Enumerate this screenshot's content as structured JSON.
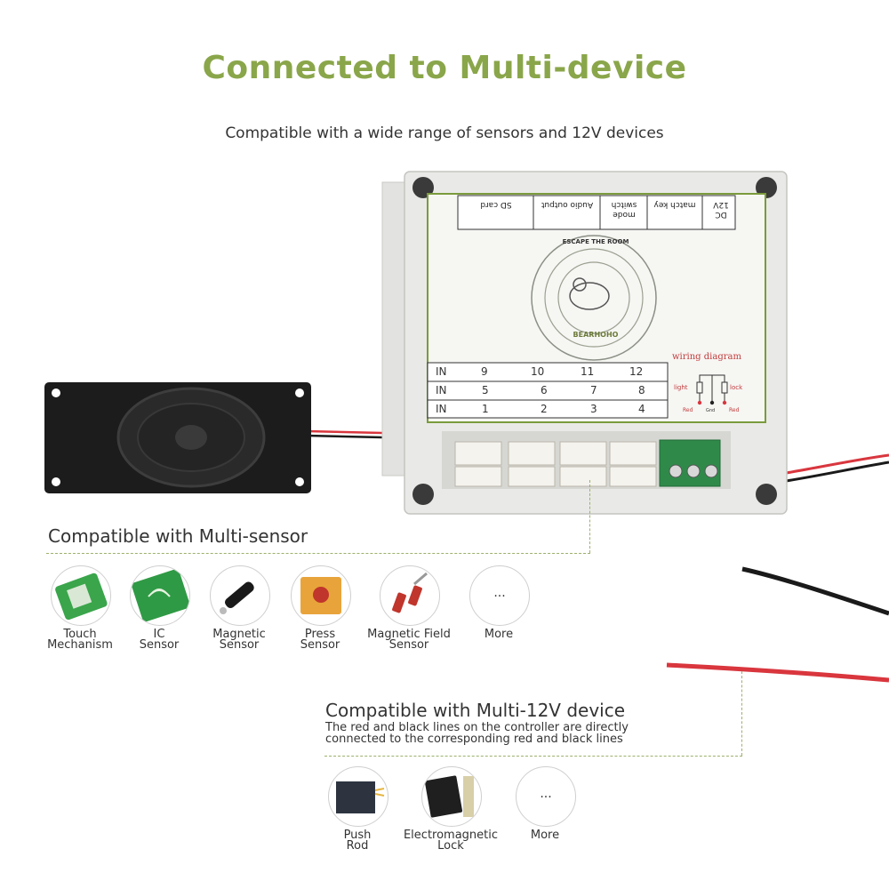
{
  "header": {
    "title": "Connected to Multi-device",
    "subtitle": "Compatible with a wide range of sensors and 12V devices"
  },
  "controller": {
    "top_labels": [
      "DC 12V",
      "match key",
      "mode switch",
      "Audio output",
      "SD card"
    ],
    "brand_top": "ESCAPE THE ROOM",
    "brand_bottom": "BEARHOHO",
    "wiring_title": "wiring diagram",
    "wiring_labels": [
      "light",
      "lock",
      "Red",
      "Gnd",
      "Red"
    ],
    "in_rows": [
      {
        "label": "IN",
        "nums": [
          "9",
          "10",
          "11",
          "12"
        ]
      },
      {
        "label": "IN",
        "nums": [
          "5",
          "6",
          "7",
          "8"
        ]
      },
      {
        "label": "IN",
        "nums": [
          "1",
          "2",
          "3",
          "4"
        ]
      }
    ]
  },
  "sensors": {
    "heading": "Compatible with Multi-sensor",
    "items": [
      {
        "line1": "Touch",
        "line2": "Mechanism",
        "icon": "touch-sensor-icon"
      },
      {
        "line1": "IC",
        "line2": "Sensor",
        "icon": "ic-sensor-icon"
      },
      {
        "line1": "Magnetic",
        "line2": "Sensor",
        "icon": "magnetic-sensor-icon"
      },
      {
        "line1": "Press",
        "line2": "Sensor",
        "icon": "press-sensor-icon"
      },
      {
        "line1": "Magnetic Field",
        "line2": "Sensor",
        "icon": "magnetic-field-sensor-icon"
      },
      {
        "line1": "More",
        "line2": "",
        "icon": "more-icon",
        "dots": "..."
      }
    ]
  },
  "devices": {
    "heading": "Compatible with Multi-12V device",
    "desc_line1": "The red and black lines on the controller are directly",
    "desc_line2": "connected to the corresponding red and black lines",
    "items": [
      {
        "line1": "Push",
        "line2": "Rod",
        "icon": "push-rod-icon"
      },
      {
        "line1": "Electromagnetic",
        "line2": "Lock",
        "icon": "electromagnetic-lock-icon"
      },
      {
        "line1": "More",
        "line2": "",
        "icon": "more-icon",
        "dots": "..."
      }
    ]
  },
  "colors": {
    "accent": "#8aa64a",
    "wire_red": "#d9363e",
    "wire_black": "#1a1a1a"
  }
}
